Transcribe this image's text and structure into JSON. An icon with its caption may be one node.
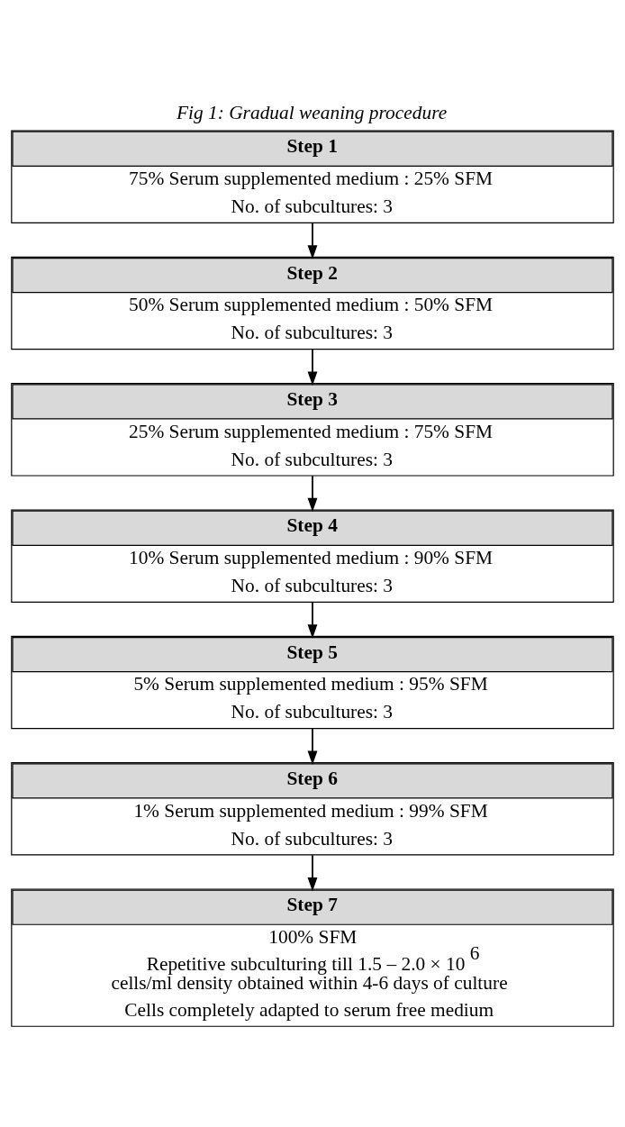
{
  "diagram": {
    "title": "Fig 1: Gradual weaning procedure",
    "nodes": [
      {
        "text": [
          "Step 1",
          "75% Serum supplemented medium : 25% SFM",
          "No. of subcultures: 3"
        ]
      },
      {
        "text": [
          "Step 2",
          "50% Serum supplemented medium : 50% SFM",
          "No. of subcultures: 3"
        ]
      },
      {
        "text": [
          "Step 3",
          "25% Serum supplemented medium : 75% SFM",
          "No. of subcultures: 3"
        ]
      },
      {
        "text": [
          "Step 4",
          "10% Serum supplemented medium : 90% SFM",
          "No. of subcultures: 3"
        ]
      },
      {
        "text": [
          "Step 5",
          "5% Serum supplemented medium : 95% SFM",
          "No. of subcultures: 3"
        ]
      },
      {
        "text": [
          "Step 6",
          "1% Serum supplemented medium : 99% SFM",
          "No. of subcultures: 3"
        ]
      },
      {
        "text": [
          "Step 7",
          "100% SFM",
          "Repetitive subculturing till 1.5 – 2.0 × 10$^{6}$ cells/ml density obtained within 4-6 days of culture",
          "Cells completely adapted to serum free medium"
        ]
      }
    ],
    "edges": [
      {
        "from": 0,
        "to": 1,
        "arrow": "to"
      },
      {
        "from": 1,
        "to": 2,
        "arrow": "to"
      },
      {
        "from": 2,
        "to": 3,
        "arrow": "to"
      },
      {
        "from": 3,
        "to": 4,
        "arrow": "to"
      },
      {
        "from": 4,
        "to": 5,
        "arrow": "to"
      },
      {
        "from": 5,
        "to": 6,
        "arrow": "to"
      }
    ]
  }
}
